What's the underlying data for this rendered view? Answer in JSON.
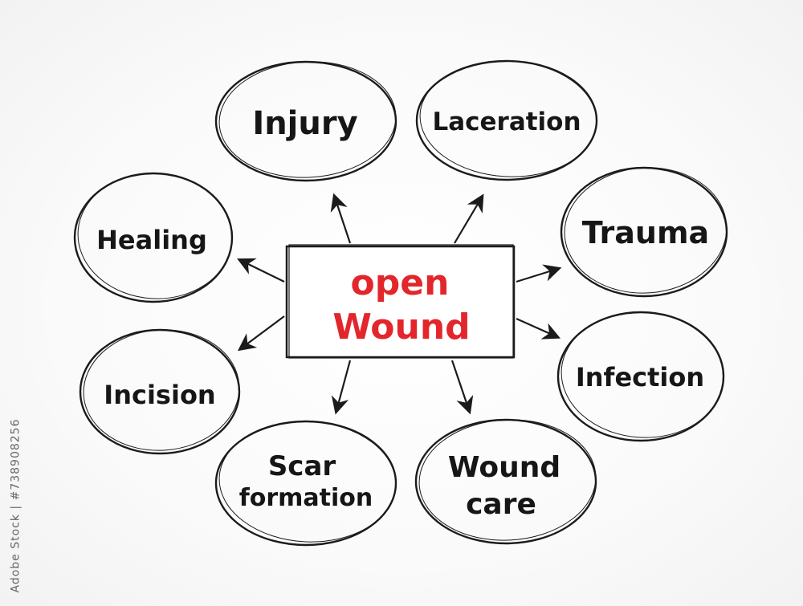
{
  "center": {
    "line1": "open",
    "line2": "Wound"
  },
  "nodes": {
    "injury": "Injury",
    "laceration": "Laceration",
    "trauma": "Trauma",
    "infection": "Infection",
    "wound_care_1": "Wound",
    "wound_care_2": "care",
    "scar_1": "Scar",
    "scar_2": "formation",
    "incision": "Incision",
    "healing": "Healing"
  },
  "stock_id": "Adobe Stock | #738908256",
  "colors": {
    "center_text": "#e3262b",
    "node_text": "#161616",
    "stroke": "#1b1b1b"
  }
}
